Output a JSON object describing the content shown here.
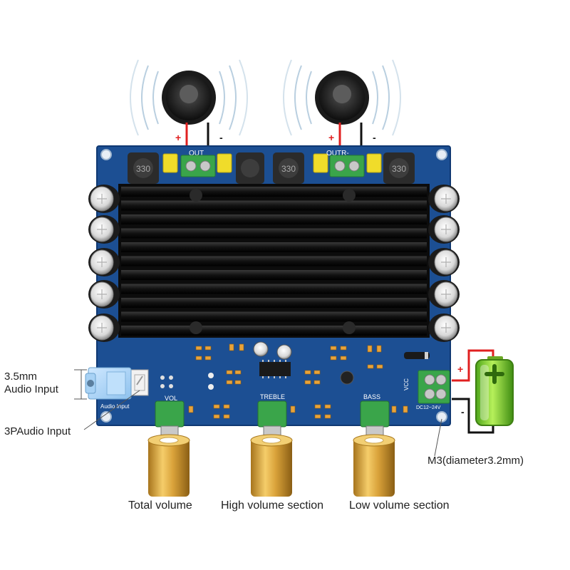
{
  "speakers": {
    "left": {
      "plus": "+",
      "minus": "-"
    },
    "right": {
      "plus": "+",
      "minus": "-"
    }
  },
  "board": {
    "silk_out": "OUT",
    "silk_outr": "OUTR-",
    "silk_vol": "VOL",
    "silk_treble": "TREBLE",
    "silk_bass": "BASS",
    "silk_audio_input": "Audio Input",
    "silk_vcc": "VCC",
    "silk_dc": "DC12~24V",
    "inductor_code": "330"
  },
  "power": {
    "plus": "+",
    "minus": "-"
  },
  "labels": {
    "audio_input_line1": "3.5mm",
    "audio_input_line2": "Audio Input",
    "three_p_audio_input": "3PAudio Input",
    "mount_hole": "M3(diameter3.2mm)",
    "total_volume": "Total volume",
    "high_volume_section": "High volume section",
    "low_volume_section": "Low volume section"
  },
  "colors": {
    "pcb": "#1c4f93",
    "heatsink": "#1a1a1a",
    "terminal": "#3aa54a",
    "knob_gold": "#d7a43c",
    "battery_green": "#7ed321",
    "wire_red": "#e02020",
    "wire_black": "#111111"
  }
}
